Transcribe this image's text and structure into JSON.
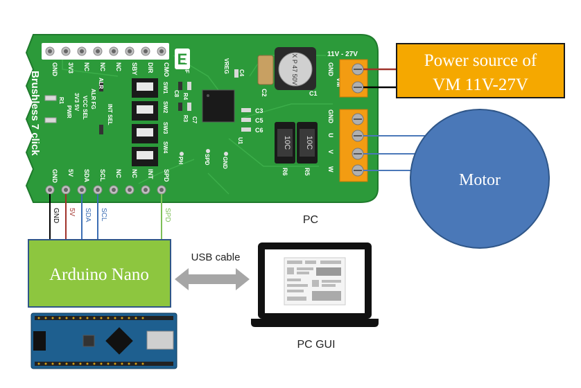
{
  "board": {
    "name": "Brushless 7 click",
    "logo_letter": "E",
    "top_pins": [
      "GND",
      "3V3",
      "NC",
      "NC",
      "NC",
      "SBY",
      "DIR",
      "CMO"
    ],
    "bottom_pins": [
      "GND",
      "5V",
      "SDA",
      "SCL",
      "NC",
      "NC",
      "INT",
      "SPD"
    ],
    "voltage_range": "11V - 27V",
    "power_terminals": [
      "GND",
      "VM"
    ],
    "motor_terminals": [
      "GND",
      "U",
      "V",
      "W"
    ],
    "component_labels": {
      "phbf": "PHBF",
      "vreg": "VREG",
      "c4": "C4",
      "c2": "C2",
      "c1": "C1",
      "cap_text": "X P 47 50V",
      "alr": "ALR",
      "alr_fg": "ALR FG",
      "vcc_sel": "VCC SEL",
      "int_sel": "INT SEL",
      "r1": "R1",
      "pwr": "PWR",
      "v3v3_5v": "3V3 5V",
      "sw1": "SW1",
      "sw2": "SW2",
      "sw3": "SW3",
      "sw4": "SW4",
      "r4": "R4",
      "c8": "C8",
      "r3": "R3",
      "c7": "C7",
      "c3": "C3",
      "c5": "C5",
      "c6": "C6",
      "u1": "U1",
      "ph": "PH",
      "spd": "SPD",
      "gnd": "GND",
      "r6": "R6",
      "r5": "R5",
      "res_text": "10C"
    }
  },
  "wires": {
    "labels": [
      "GND",
      "5V",
      "SDA",
      "SCL",
      "SPD"
    ],
    "colors": {
      "gnd": "#000000",
      "v5": "#a0322a",
      "sda": "#3b6db3",
      "scl": "#3b6db3",
      "spd": "#7dbf57"
    }
  },
  "power_source": {
    "line1": "Power source  of",
    "line2": "VM 11V-27V"
  },
  "motor": {
    "label": "Motor"
  },
  "arduino": {
    "label": "Arduino Nano"
  },
  "usb": {
    "label": "USB cable"
  },
  "pc": {
    "label": "PC",
    "gui_label": "PC GUI"
  },
  "colors": {
    "pcb": "#2c9a3a",
    "pcb_dark": "#1f7a2c",
    "power_box": "#f5a800",
    "motor_fill": "#4a78b8",
    "arduino_fill": "#8dc63f",
    "terminal": "#f39c12"
  }
}
